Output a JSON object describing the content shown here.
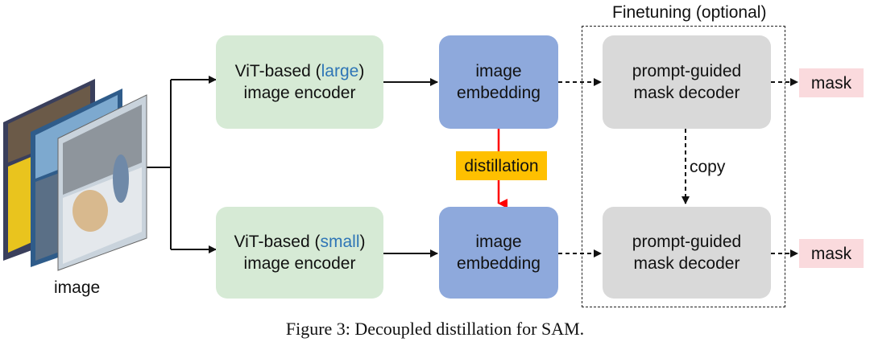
{
  "finetune_region": {
    "title": "Finetuning (optional)"
  },
  "input": {
    "label": "image"
  },
  "encoders": {
    "large": {
      "prefix": "ViT-based (",
      "highlight": "large",
      "suffix": ")",
      "line2": "image encoder"
    },
    "small": {
      "prefix": "ViT-based (",
      "highlight": "small",
      "suffix": ")",
      "line2": "image encoder"
    }
  },
  "embeddings": {
    "top": {
      "line1": "image",
      "line2": "embedding"
    },
    "bottom": {
      "line1": "image",
      "line2": "embedding"
    }
  },
  "distillation": {
    "label": "distillation"
  },
  "decoders": {
    "top": {
      "line1": "prompt-guided",
      "line2": "mask decoder"
    },
    "bottom": {
      "line1": "prompt-guided",
      "line2": "mask decoder"
    }
  },
  "copy_label": "copy",
  "outputs": {
    "top": "mask",
    "bottom": "mask"
  },
  "caption": "Figure 3: Decoupled distillation for SAM.",
  "colors": {
    "encoder_bg": "#d6ead5",
    "embedding_bg": "#8ea9dc",
    "decoder_bg": "#d9d9d9",
    "mask_bg": "#fadadd",
    "distillation_bg": "#ffc000",
    "highlight_text": "#2e75b6",
    "distillation_arrow": "#ff0000"
  }
}
